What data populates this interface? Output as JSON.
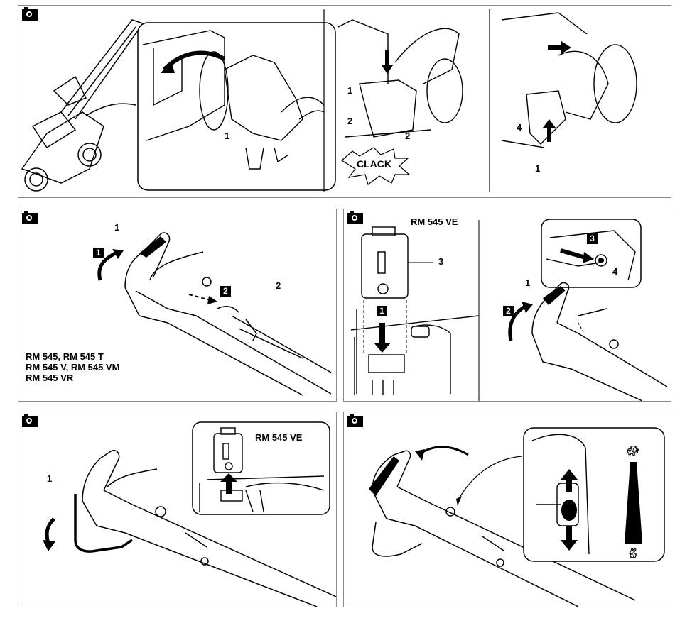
{
  "panel1": {
    "callouts": [
      "1",
      "1",
      "2",
      "2",
      "CLACK",
      "4",
      "1"
    ]
  },
  "panel2": {
    "callouts": [
      "1",
      "2"
    ],
    "steps": [
      "1",
      "2"
    ],
    "models": [
      "RM 545, RM 545 T",
      "RM 545 V, RM 545 VM",
      "RM 545 VR"
    ]
  },
  "panel3": {
    "title": "RM 545 VE",
    "callouts": [
      "3",
      "4",
      "1"
    ],
    "steps": [
      "1",
      "3",
      "2"
    ]
  },
  "panel4": {
    "title": "RM 545 VE",
    "callouts": [
      "1"
    ]
  },
  "panel5": {
    "icons": [
      "turtle-icon",
      "rabbit-icon"
    ]
  }
}
